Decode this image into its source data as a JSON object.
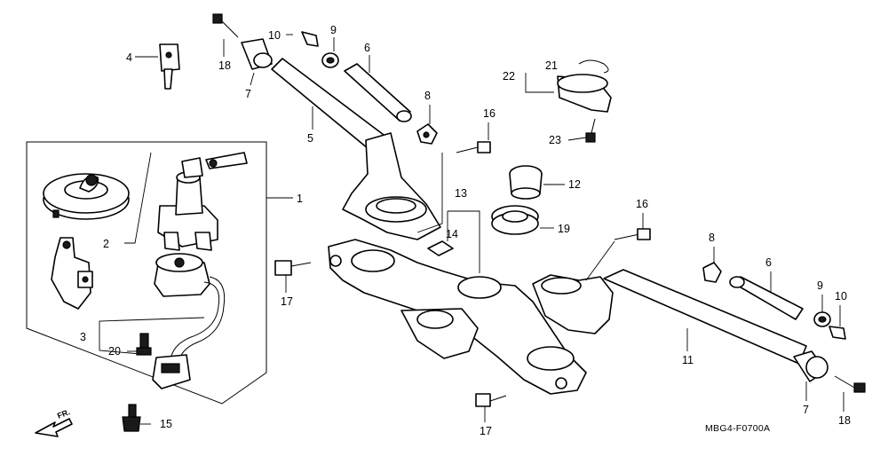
{
  "diagram_code": "MBG4-F0700A",
  "direction_label": "FR.",
  "callouts": [
    {
      "id": "c1",
      "text": "1"
    },
    {
      "id": "c2",
      "text": "2"
    },
    {
      "id": "c3",
      "text": "3"
    },
    {
      "id": "c4",
      "text": "4"
    },
    {
      "id": "c5",
      "text": "5"
    },
    {
      "id": "c6a",
      "text": "6"
    },
    {
      "id": "c6b",
      "text": "6"
    },
    {
      "id": "c7a",
      "text": "7"
    },
    {
      "id": "c7b",
      "text": "7"
    },
    {
      "id": "c8a",
      "text": "8"
    },
    {
      "id": "c8b",
      "text": "8"
    },
    {
      "id": "c9a",
      "text": "9"
    },
    {
      "id": "c9b",
      "text": "9"
    },
    {
      "id": "c10a",
      "text": "10"
    },
    {
      "id": "c10b",
      "text": "10"
    },
    {
      "id": "c11",
      "text": "11"
    },
    {
      "id": "c12",
      "text": "12"
    },
    {
      "id": "c13",
      "text": "13"
    },
    {
      "id": "c14",
      "text": "14"
    },
    {
      "id": "c15",
      "text": "15"
    },
    {
      "id": "c16a",
      "text": "16"
    },
    {
      "id": "c16b",
      "text": "16"
    },
    {
      "id": "c17a",
      "text": "17"
    },
    {
      "id": "c17b",
      "text": "17"
    },
    {
      "id": "c18a",
      "text": "18"
    },
    {
      "id": "c18b",
      "text": "18"
    },
    {
      "id": "c19",
      "text": "19"
    },
    {
      "id": "c20",
      "text": "20"
    },
    {
      "id": "c21",
      "text": "21"
    },
    {
      "id": "c22",
      "text": "22"
    },
    {
      "id": "c23",
      "text": "23"
    }
  ]
}
